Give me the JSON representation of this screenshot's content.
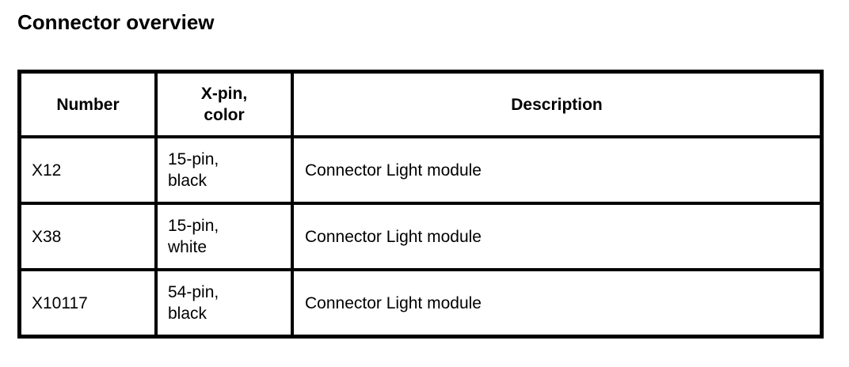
{
  "page": {
    "title": "Connector overview",
    "background_color": "#ffffff",
    "text_color": "#000000",
    "border_color": "#000000"
  },
  "table": {
    "columns": [
      {
        "key": "number",
        "header_lines": [
          "Number"
        ]
      },
      {
        "key": "xpin",
        "header_lines": [
          "X-pin,",
          "color"
        ]
      },
      {
        "key": "desc",
        "header_lines": [
          "Description"
        ]
      }
    ],
    "header": {
      "number": "Number",
      "xpin_line1": "X-pin,",
      "xpin_line2": "color",
      "description": "Description"
    },
    "rows": [
      {
        "number": "X12",
        "xpin_line1": "15-pin,",
        "xpin_line2": "black",
        "description": "Connector Light module"
      },
      {
        "number": "X38",
        "xpin_line1": "15-pin,",
        "xpin_line2": "white",
        "description": "Connector Light module"
      },
      {
        "number": "X10117",
        "xpin_line1": "54-pin,",
        "xpin_line2": "black",
        "description": "Connector Light module"
      }
    ]
  }
}
